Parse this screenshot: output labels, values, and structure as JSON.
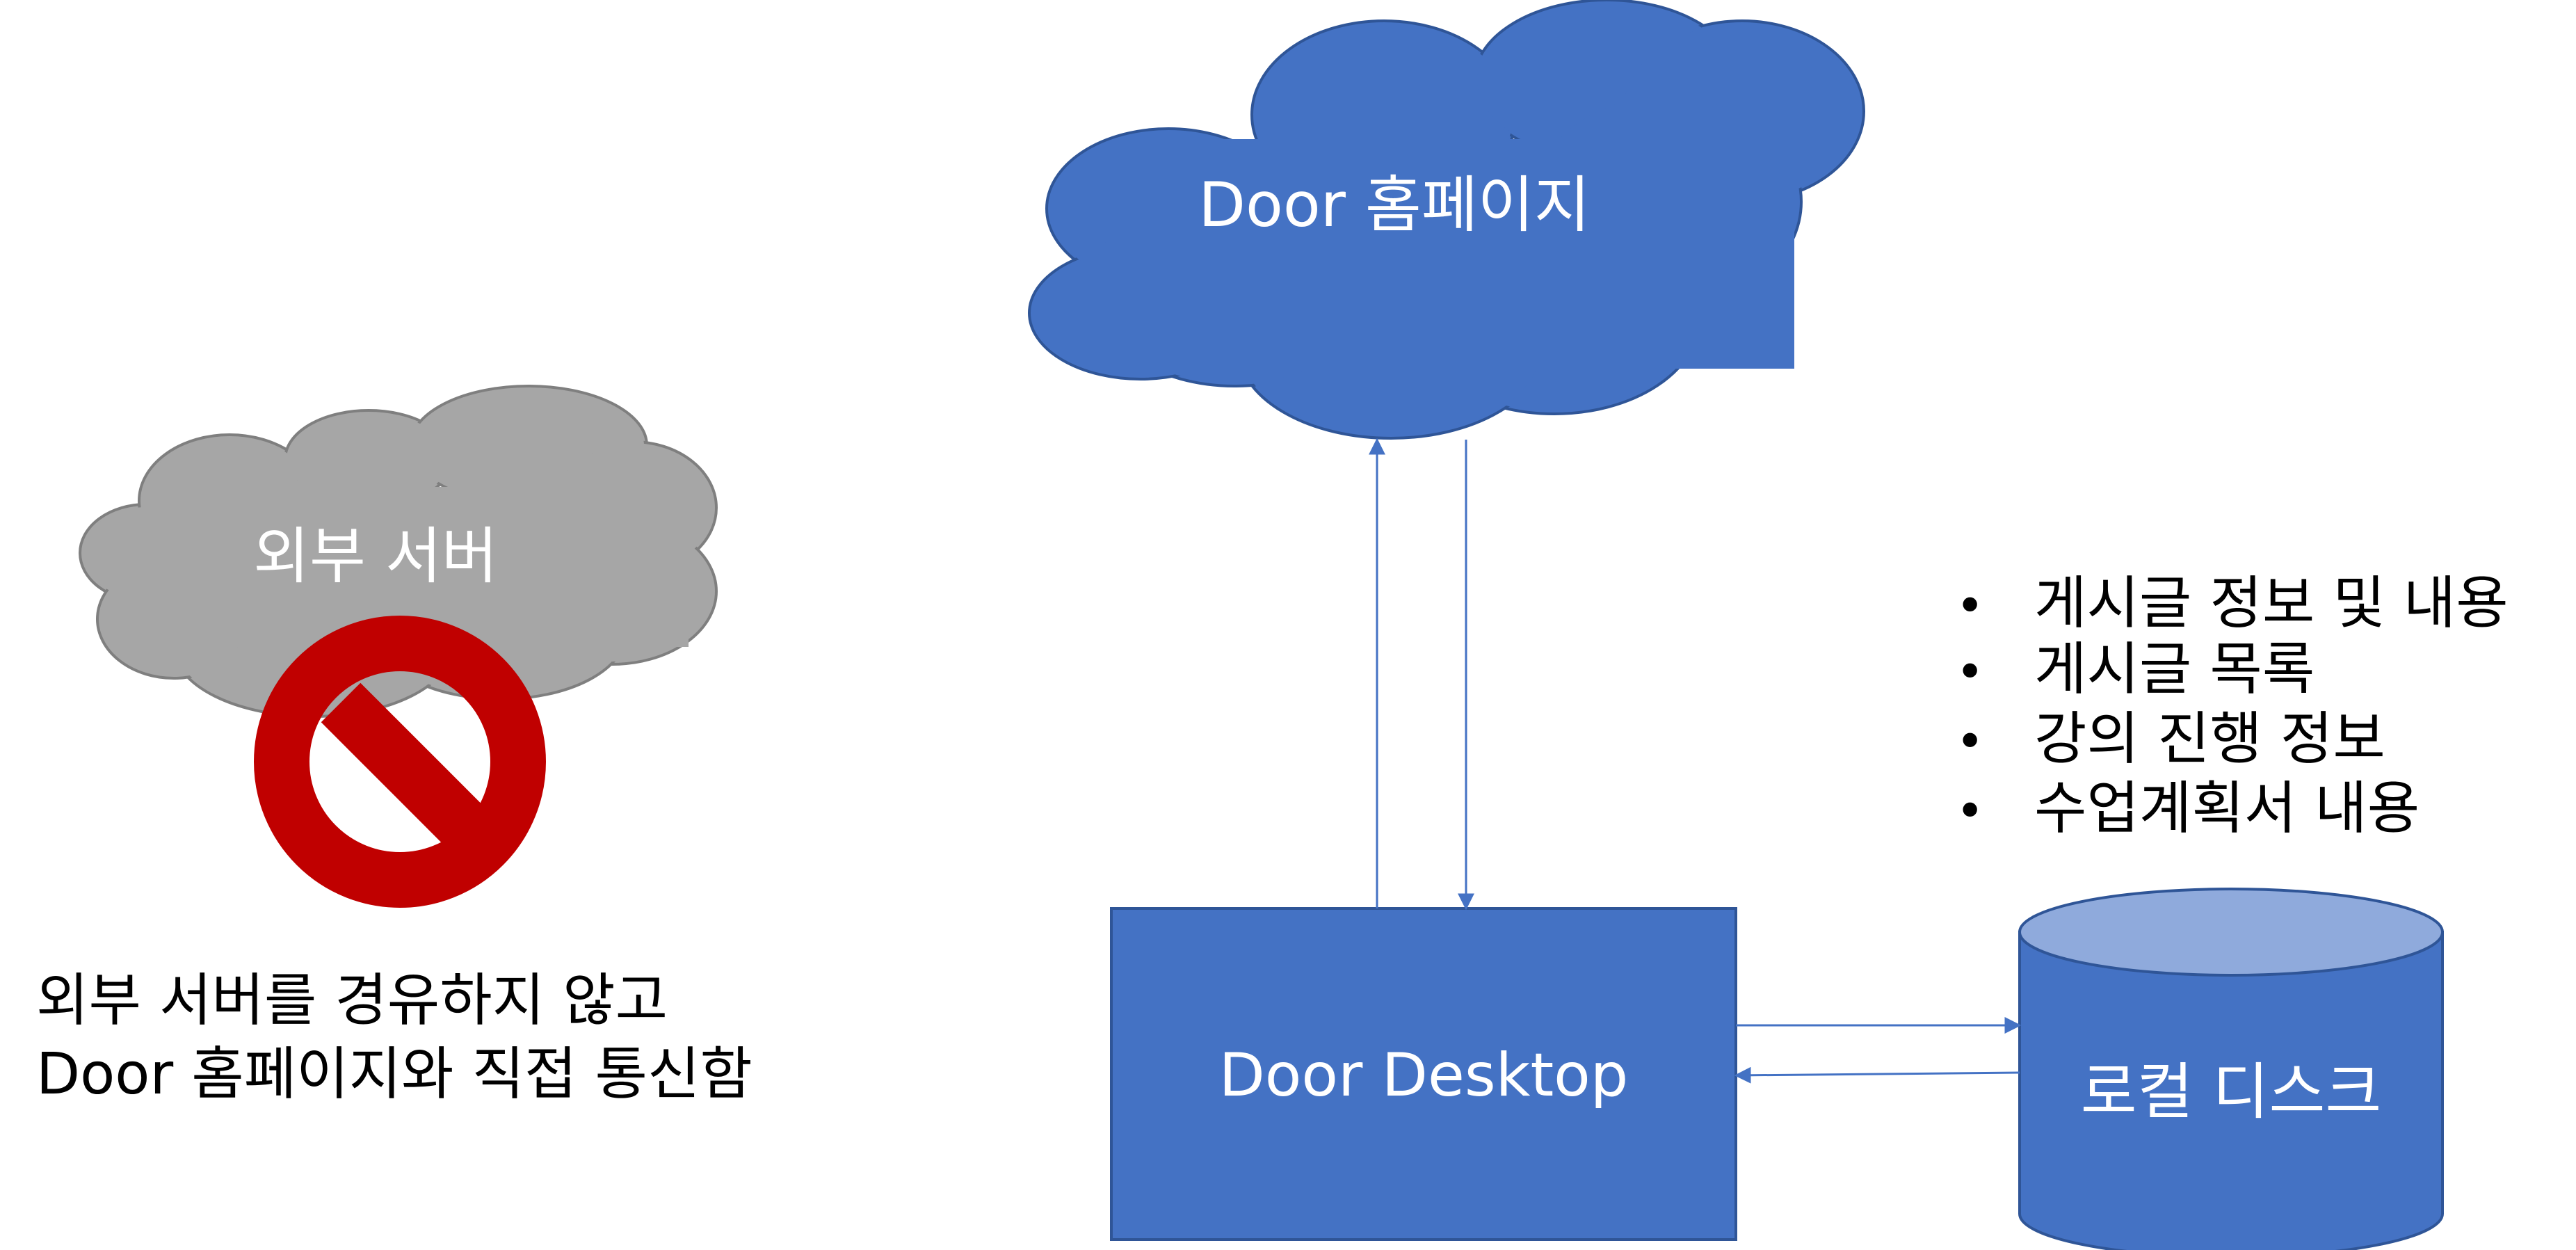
{
  "colors": {
    "primary_blue": "#4472c4",
    "primary_blue_dark": "#2f5597",
    "cylinder_top": "#8faadc",
    "gray_cloud": "#a6a6a6",
    "gray_cloud_stroke": "#7f7f7f",
    "prohibit_red": "#c00000",
    "arrow": "#4472c4",
    "text_dark": "#000000",
    "text_light": "#ffffff"
  },
  "nodes": {
    "homepage_cloud": {
      "label": "Door 홈페이지",
      "shape": "cloud"
    },
    "external_server_cloud": {
      "label": "외부 서버",
      "shape": "cloud"
    },
    "desktop_box": {
      "label": "Door Desktop",
      "shape": "rectangle"
    },
    "local_disk": {
      "label": "로컬 디스크",
      "shape": "cylinder"
    },
    "prohibit_sign": {
      "icon": "prohibition-icon"
    }
  },
  "note": {
    "line1": "외부 서버를 경유하지 않고",
    "line2": "Door 홈페이지와 직접 통신함"
  },
  "bullet_list": {
    "bullet_char": "•",
    "items": [
      "게시글 정보 및 내용",
      "게시글 목록",
      "강의 진행 정보",
      "수업계획서 내용"
    ]
  },
  "edges": [
    {
      "from": "desktop_box",
      "to": "homepage_cloud"
    },
    {
      "from": "homepage_cloud",
      "to": "desktop_box"
    },
    {
      "from": "desktop_box",
      "to": "local_disk"
    },
    {
      "from": "local_disk",
      "to": "desktop_box"
    }
  ]
}
